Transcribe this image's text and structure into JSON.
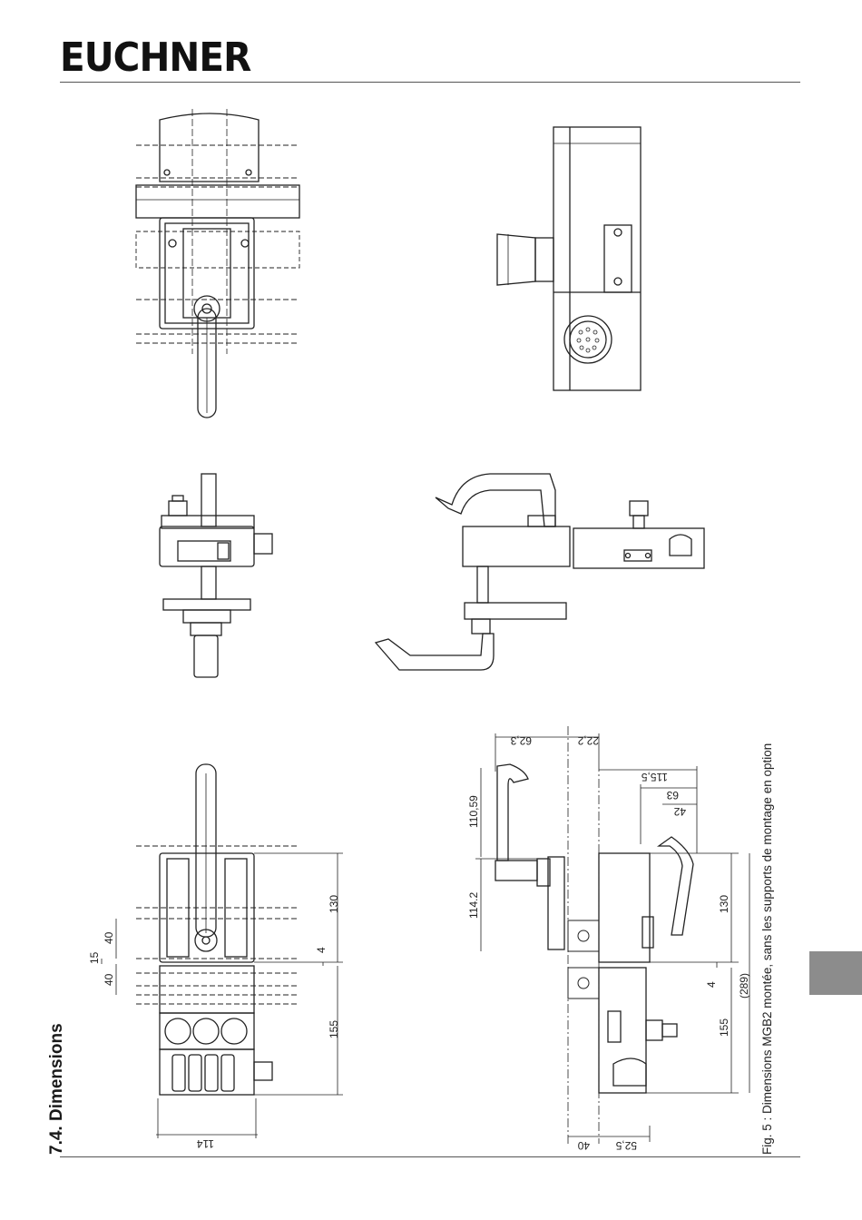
{
  "header": {
    "brand": "EUCHNER"
  },
  "section": {
    "title": "7.4.  Dimensions"
  },
  "figure": {
    "caption": "Fig. 5 : Dimensions MGB2 montée, sans les supports de montage en option"
  },
  "dimensions": {
    "left_130": "130",
    "left_155": "155",
    "left_4": "4",
    "left_40a": "40",
    "left_15": "15",
    "left_40b": "40",
    "width_114": "114",
    "right_62_3": "62,3",
    "right_22_2": "22,2",
    "right_115_5": "115,5",
    "right_63": "63",
    "right_42": "42",
    "right_110_59": "110,59",
    "right_114_2": "114.2",
    "right_130": "130",
    "right_4": "4",
    "right_155": "155",
    "right_289": "(289)",
    "right_52_5": "52,5",
    "right_40": "40"
  },
  "colors": {
    "line": "#222222",
    "tab": "#8c8c8c"
  }
}
